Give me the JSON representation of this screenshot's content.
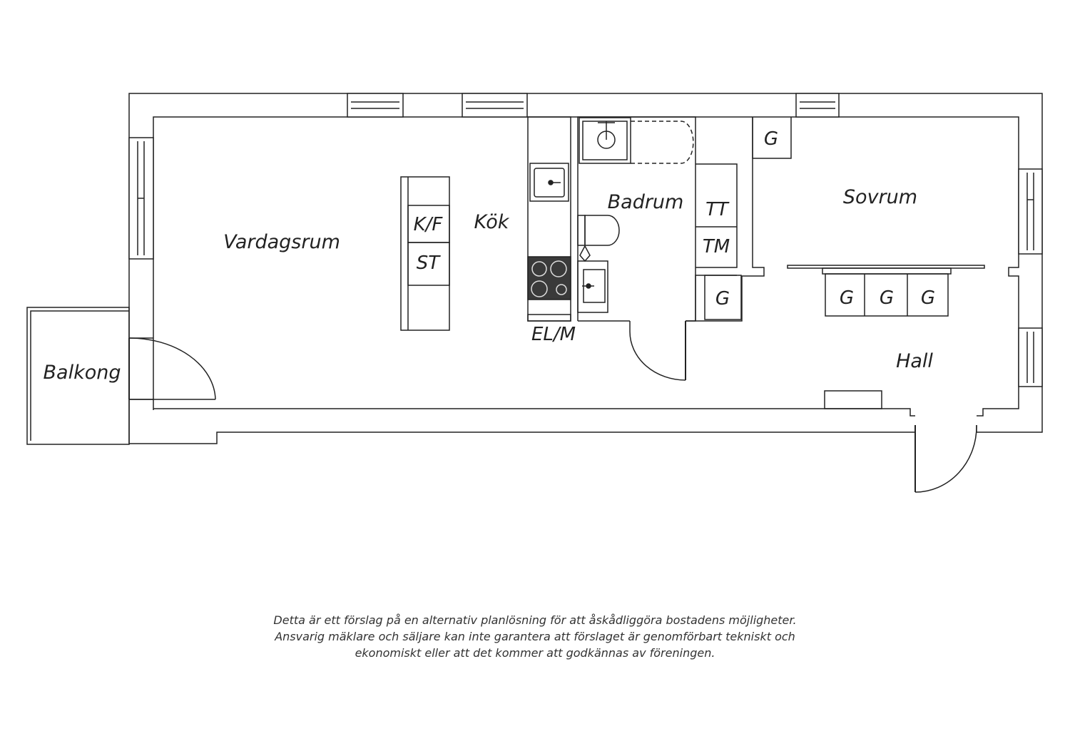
{
  "rooms": {
    "vardagsrum": "Vardagsrum",
    "kok": "Kök",
    "badrum": "Badrum",
    "sovrum": "Sovrum",
    "hall": "Hall",
    "balkong": "Balkong"
  },
  "fixtures": {
    "kyl_frys": "K/F",
    "storskap": "ST",
    "elcentral": "EL/M",
    "torktumlare": "TT",
    "tvattmaskin": "TM",
    "garderob": "G"
  },
  "disclaimer": [
    "Detta är ett förslag på en alternativ planlösning för att åskådliggöra bostadens möjligheter.",
    "Ansvarig mäklare och säljare kan inte garantera att förslaget är genomförbart tekniskt och",
    "ekonomiskt eller att det kommer att godkännas av föreningen."
  ],
  "colors": {
    "line": "#222222",
    "stove": "#3a3a3a",
    "background": "#ffffff"
  }
}
